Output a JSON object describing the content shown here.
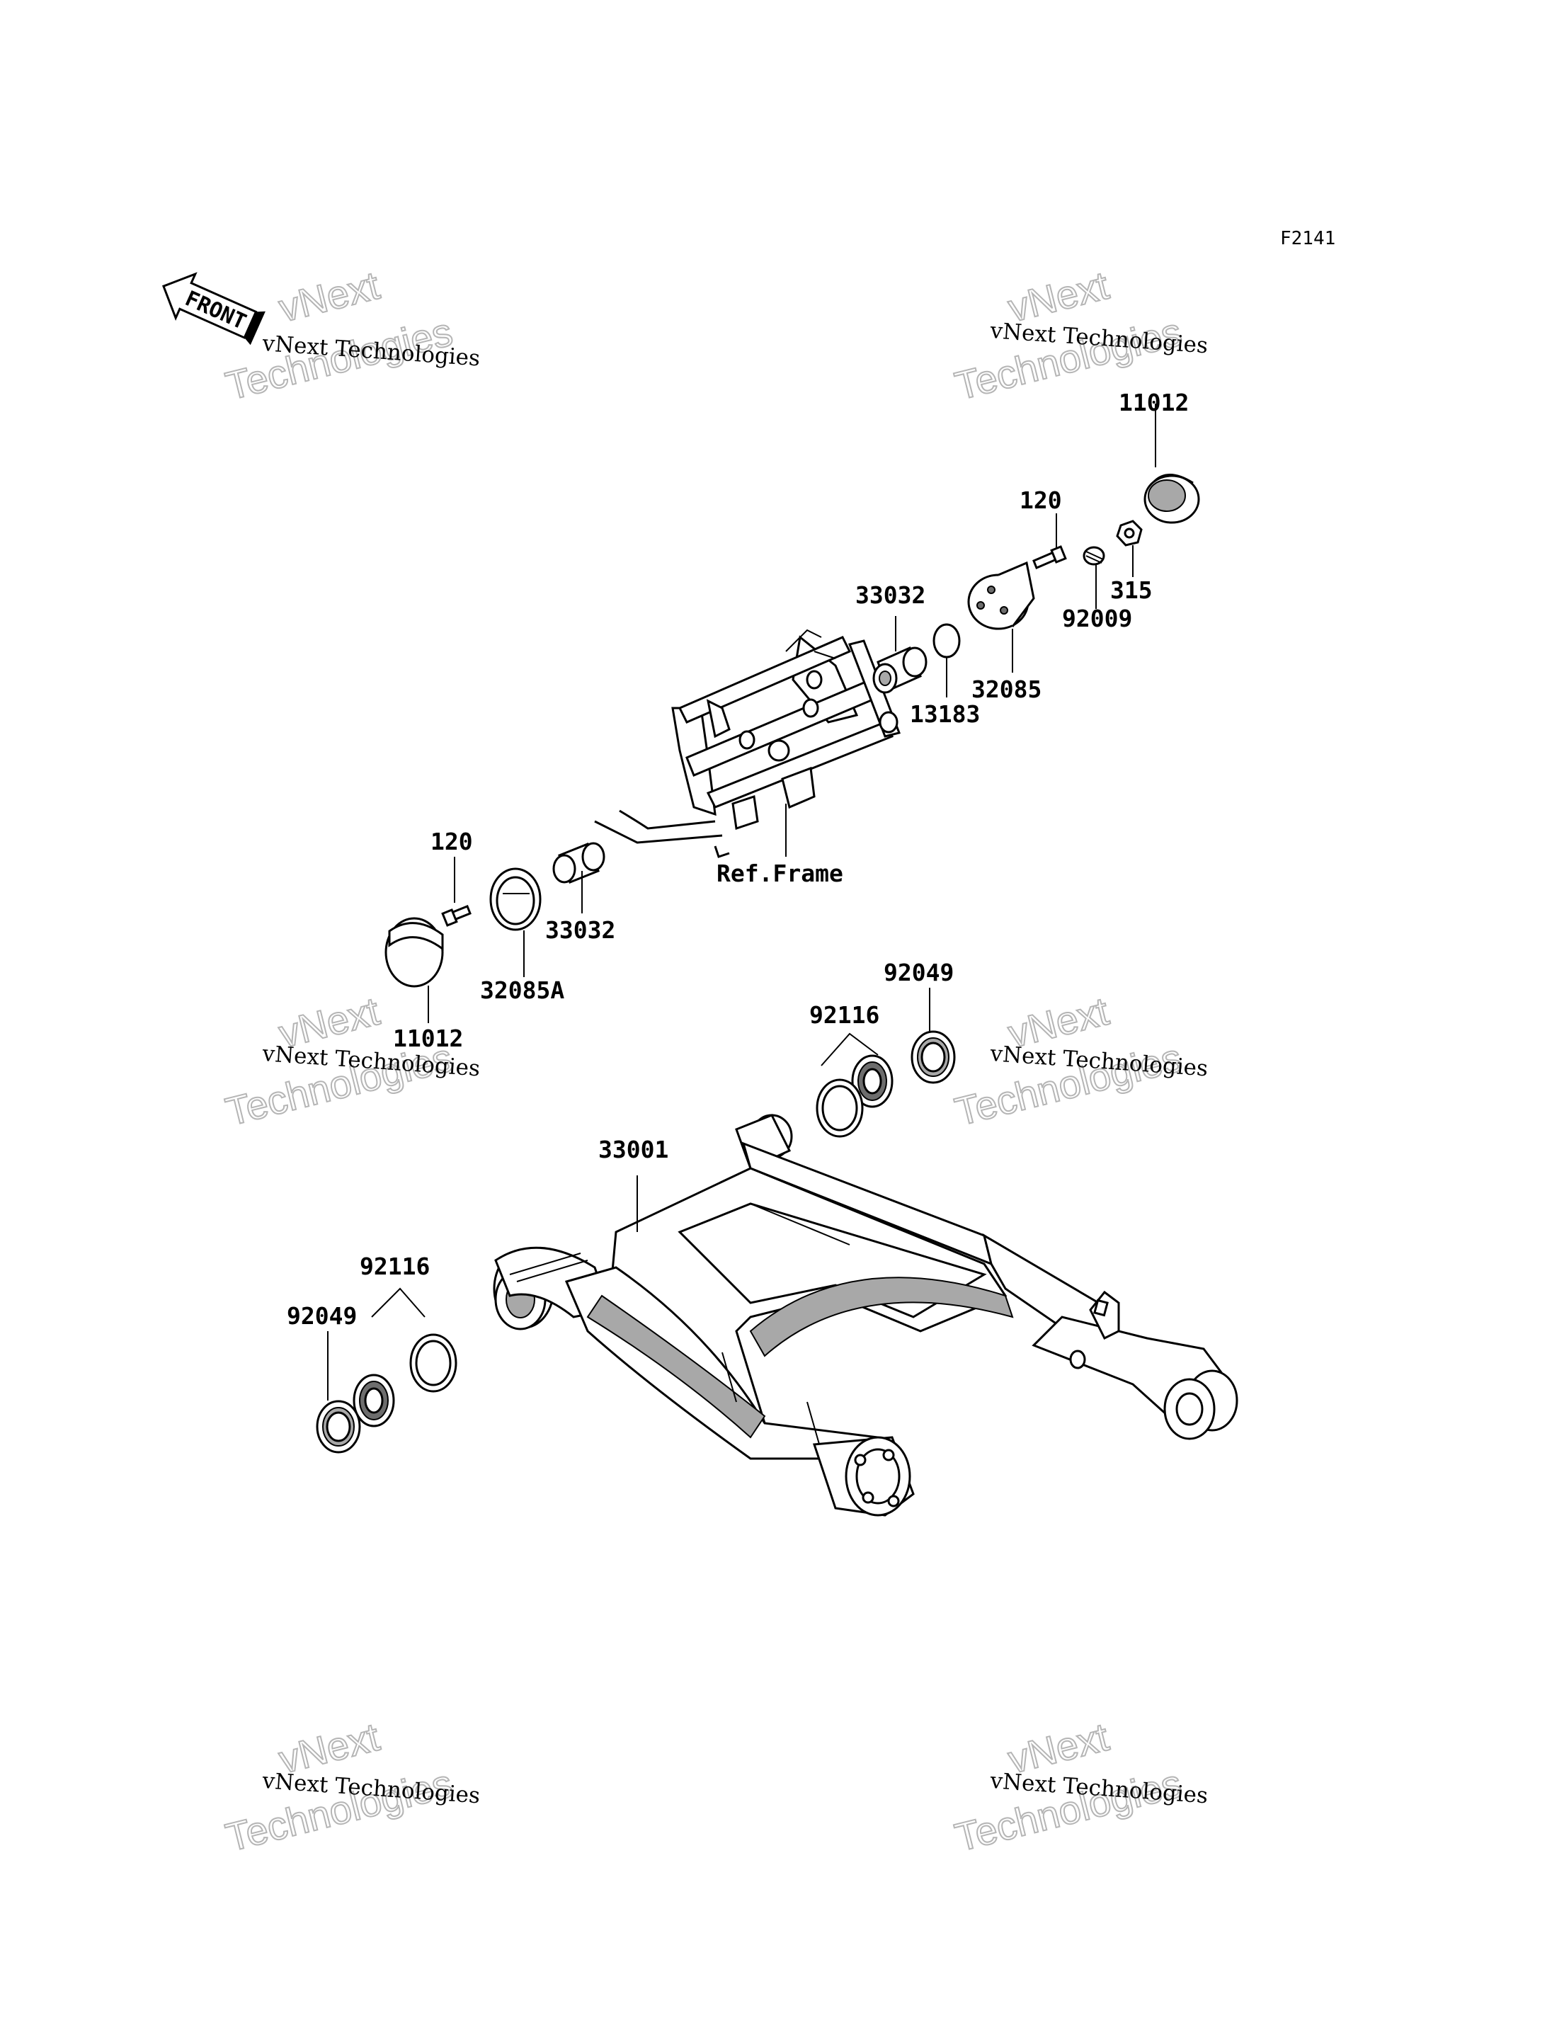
{
  "figure_code": "F2141",
  "front_label": "FRONT",
  "reference_label": "Ref.Frame",
  "watermark": {
    "company_line": "vNext Technologies",
    "brand_top": "vNext",
    "brand_bottom": "Technologies"
  },
  "parts": {
    "cap_right": "11012",
    "bolt_right": "120",
    "nut_right": "315",
    "spring_right": "92009",
    "plate_right": "32085",
    "ring_right": "13183",
    "collar_right": "33032",
    "bolt_left": "120",
    "plate_left": "32085A",
    "collar_left": "33032",
    "cap_left": "11012",
    "seal_right": "92049",
    "bearing_right": "92116",
    "swingarm": "33001",
    "bearing_left": "92116",
    "seal_left": "92049"
  }
}
